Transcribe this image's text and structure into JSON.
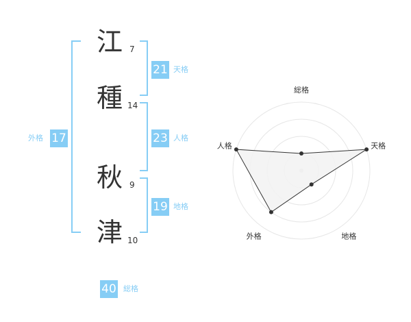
{
  "name": {
    "characters": [
      {
        "char": "江",
        "strokes": "7"
      },
      {
        "char": "種",
        "strokes": "14"
      },
      {
        "char": "秋",
        "strokes": "9"
      },
      {
        "char": "津",
        "strokes": "10"
      }
    ]
  },
  "fortunes": {
    "tenkaku": {
      "value": "21",
      "label": "天格"
    },
    "jinkaku": {
      "value": "23",
      "label": "人格"
    },
    "chikaku": {
      "value": "19",
      "label": "地格"
    },
    "gaikaku": {
      "value": "17",
      "label": "外格"
    },
    "soukaku": {
      "value": "40",
      "label": "総格"
    }
  },
  "colors": {
    "accent": "#86cdf5",
    "text": "#333333",
    "grid": "#e6e6e6",
    "fill": "#f2f2f2"
  },
  "chart_data": {
    "type": "radar",
    "axes": [
      "総格",
      "天格",
      "地格",
      "外格",
      "人格"
    ],
    "values": [
      1,
      4,
      1,
      3,
      4
    ],
    "range": [
      0,
      4
    ],
    "rings": 4
  }
}
